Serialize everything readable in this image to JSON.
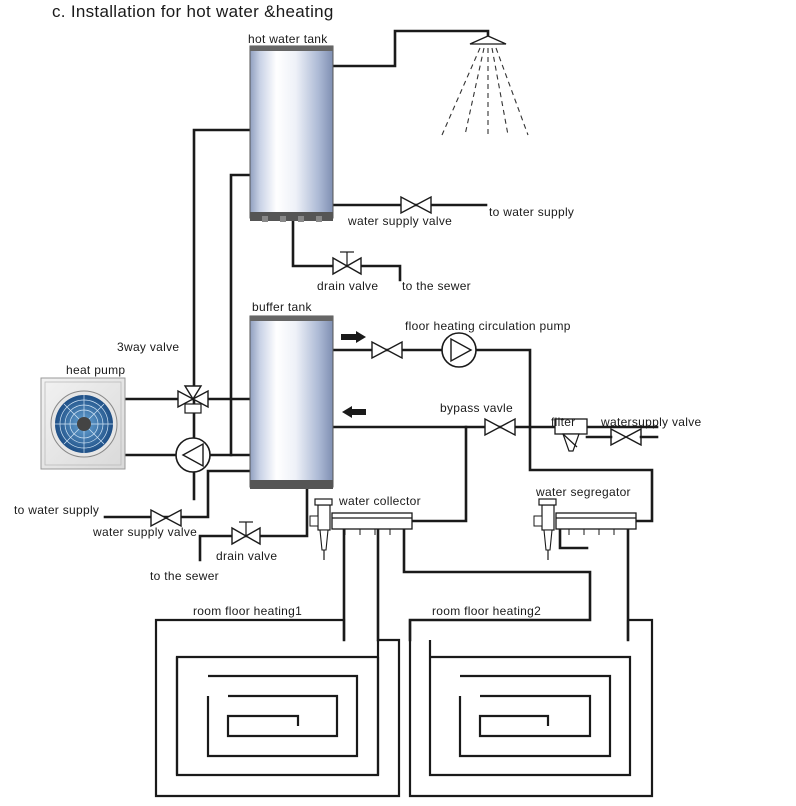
{
  "title": "c. Installation  for hot water &heating",
  "labels": {
    "hot_water_tank": "hot water tank",
    "water_supply_valve_top": "water  supply  valve",
    "to_water_supply_top": "to water  supply",
    "drain_valve_top": "drain valve",
    "to_the_sewer_top": "to the  sewer",
    "buffer_tank": "buffer tank",
    "floor_heating_pump": "floor heating  circulation  pump",
    "three_way_valve": "3way valve",
    "heat_pump": "heat pump",
    "bypass_valve": "bypass vavle",
    "filter": "filter",
    "watersupply_valve_right": "watersupply  valve",
    "water_collector": "water collector",
    "water_segregator": "water segregator",
    "to_water_supply_left": "to  water  supply",
    "water_supply_valve_left": "water supply valve",
    "drain_valve_bottom": "drain valve",
    "to_the_sewer_bottom": "to the sewer",
    "room_floor_heating_1": "room  floor  heating1",
    "room_floor_heating_2": "room  floor  heating2"
  },
  "colors": {
    "pipe": "#1a1a1a",
    "tank_light": "#ffffff",
    "tank_blue": "#aebbd6",
    "fan_blue": "#2f6fa8"
  },
  "icons": [
    "shower-head-icon",
    "valve-icon",
    "pump-icon",
    "three-way-valve-icon",
    "filter-icon",
    "fan-icon",
    "manifold-icon"
  ]
}
